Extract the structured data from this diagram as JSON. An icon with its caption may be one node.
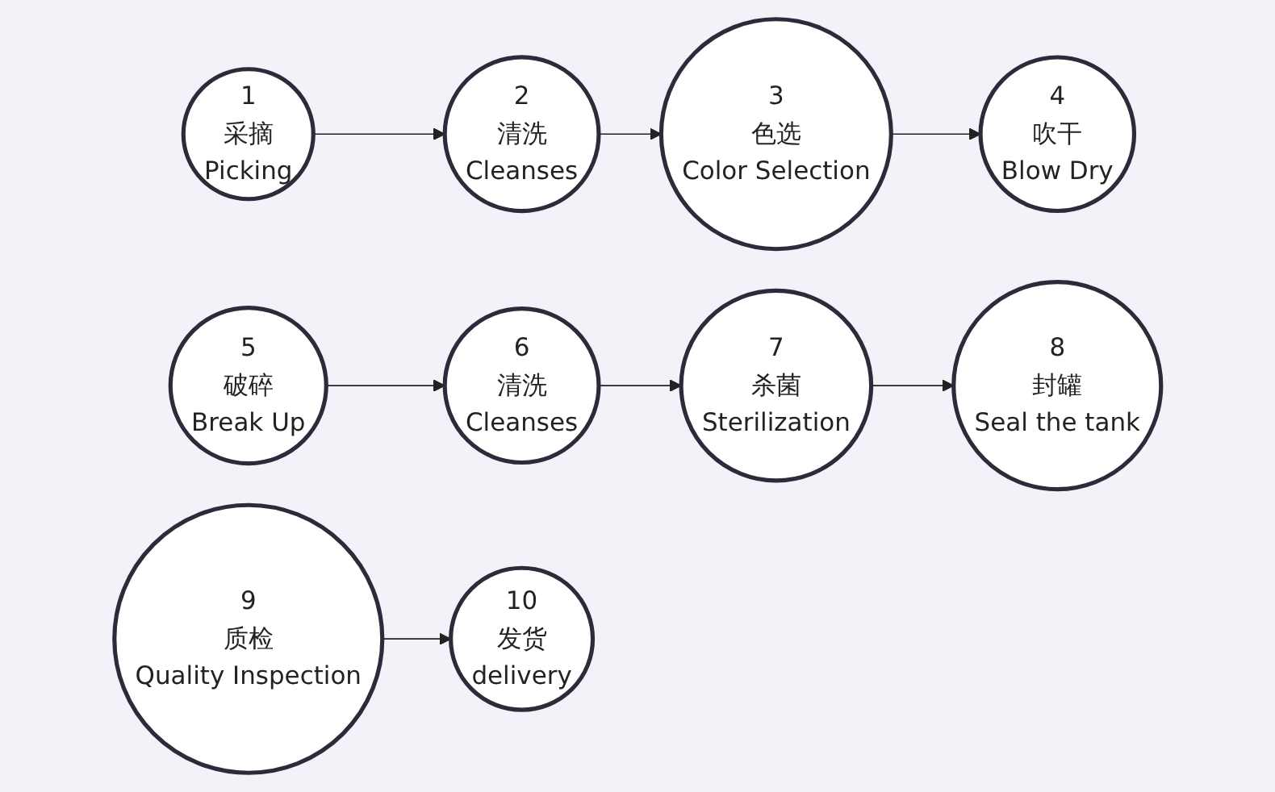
{
  "diagram": {
    "nodes": [
      {
        "text": [
          "1",
          "采摘",
          "Picking"
        ]
      },
      {
        "text": [
          "2",
          "清洗",
          "Cleanses"
        ]
      },
      {
        "text": [
          "3",
          "色选",
          "Color Selection"
        ]
      },
      {
        "text": [
          "4",
          "吹干",
          "Blow Dry"
        ]
      },
      {
        "text": [
          "5",
          "破碎",
          "Break Up"
        ]
      },
      {
        "text": [
          "6",
          "清洗",
          "Cleanses"
        ]
      },
      {
        "text": [
          "7",
          "杀菌",
          "Sterilization"
        ]
      },
      {
        "text": [
          "8",
          "封罐",
          "Seal the tank"
        ]
      },
      {
        "text": [
          "9",
          "质检",
          "Quality Inspection"
        ]
      },
      {
        "text": [
          "10",
          "发货",
          "delivery"
        ]
      }
    ],
    "edges": [
      {
        "from": 0,
        "to": 1,
        "arrow": "to"
      },
      {
        "from": 1,
        "to": 2,
        "arrow": "to"
      },
      {
        "from": 2,
        "to": 3,
        "arrow": "to"
      },
      {
        "from": 4,
        "to": 5,
        "arrow": "to"
      },
      {
        "from": 5,
        "to": 6,
        "arrow": "to"
      },
      {
        "from": 6,
        "to": 7,
        "arrow": "to"
      },
      {
        "from": 8,
        "to": 9,
        "arrow": "to"
      }
    ]
  }
}
